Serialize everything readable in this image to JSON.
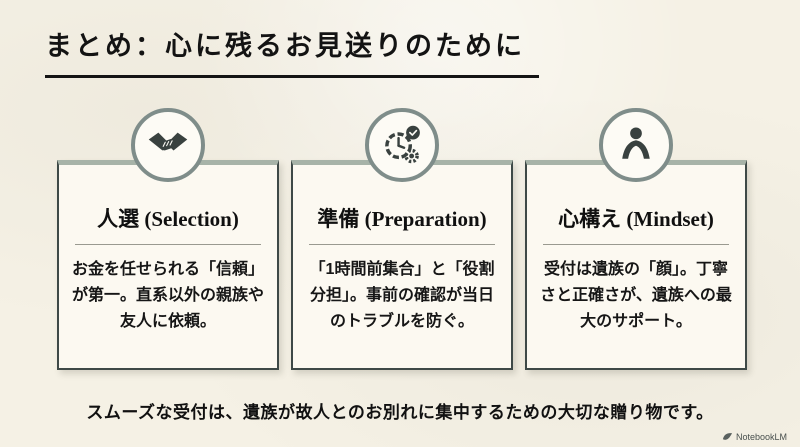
{
  "slide": {
    "title": "まとめ：心に残るお見送りのために",
    "cards": [
      {
        "icon": "handshake-icon",
        "title": "人選 (Selection)",
        "body": "お金を任せられる「信頼」が第一。直系以外の親族や友人に依頼。"
      },
      {
        "icon": "clock-gear-check-icon",
        "title": "準備 (Preparation)",
        "body": "「1時間前集合」と「役割分担」。事前の確認が当日のトラブルを防ぐ。"
      },
      {
        "icon": "bowing-person-icon",
        "title": "心構え (Mindset)",
        "body": "受付は遺族の「顔」。丁寧さと正確さが、遺族への最大のサポート。"
      }
    ],
    "footer": "スムーズな受付は、遺族が故人とのお別れに集中するための大切な贈り物です。",
    "branding": "NotebookLM"
  },
  "colors": {
    "background": "#f5f1e5",
    "card_background": "#fcf9f1",
    "card_border": "#3e4947",
    "card_top_accent": "#a7b3a8",
    "icon_ring": "#7f8d8a",
    "icon_glyph": "#39413f",
    "title_text": "#131313"
  }
}
